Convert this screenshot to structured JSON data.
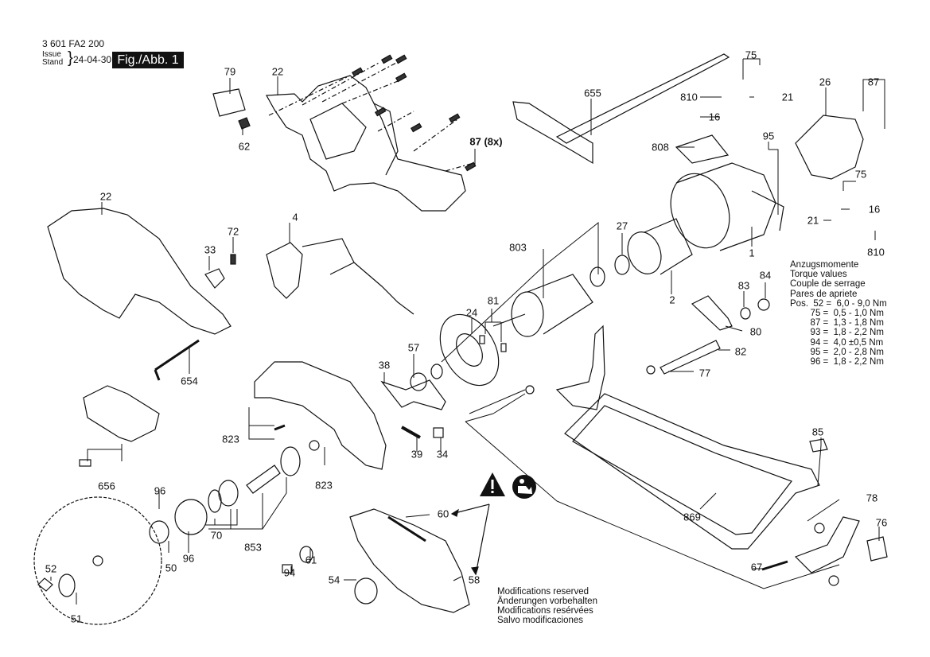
{
  "header": {
    "part_code": "3 601 FA2 200",
    "issue_label_1": "Issue",
    "issue_label_2": "Stand",
    "issue_date": "24-04-30",
    "figure_label": "Fig./Abb. 1"
  },
  "torque": {
    "titles": [
      "Anzugsmomente",
      "Torque values",
      "Couple de serrage",
      "Pares de apriete"
    ],
    "prefix": "Pos.",
    "rows": [
      {
        "pos": "52",
        "value": "6,0 - 9,0 Nm"
      },
      {
        "pos": "75",
        "value": "0,5 - 1,0 Nm"
      },
      {
        "pos": "87",
        "value": "1,3 - 1,8 Nm"
      },
      {
        "pos": "93",
        "value": "1,8 - 2,2 Nm"
      },
      {
        "pos": "94",
        "value": "4,0 ±0,5 Nm"
      },
      {
        "pos": "95",
        "value": "2,0 - 2,8 Nm"
      },
      {
        "pos": "96",
        "value": "1,8 - 2,2 Nm"
      }
    ]
  },
  "modifications": [
    "Modifications reserved",
    "Änderungen vorbehalten",
    "Modifications resérvées",
    "Salvo modificaciones"
  ],
  "icons": [
    "warning-triangle-icon",
    "read-manual-icon"
  ],
  "parts": [
    {
      "id": "79",
      "label": "79"
    },
    {
      "id": "62",
      "label": "62"
    },
    {
      "id": "22a",
      "label": "22"
    },
    {
      "id": "87x8",
      "label": "87 (8x)"
    },
    {
      "id": "655",
      "label": "655"
    },
    {
      "id": "75a",
      "label": "75"
    },
    {
      "id": "810a",
      "label": "810"
    },
    {
      "id": "21a",
      "label": "21"
    },
    {
      "id": "16a",
      "label": "16"
    },
    {
      "id": "26",
      "label": "26"
    },
    {
      "id": "87",
      "label": "87"
    },
    {
      "id": "808",
      "label": "808"
    },
    {
      "id": "95",
      "label": "95"
    },
    {
      "id": "75b",
      "label": "75"
    },
    {
      "id": "16b",
      "label": "16"
    },
    {
      "id": "21b",
      "label": "21"
    },
    {
      "id": "810b",
      "label": "810"
    },
    {
      "id": "1",
      "label": "1"
    },
    {
      "id": "22b",
      "label": "22"
    },
    {
      "id": "4",
      "label": "4"
    },
    {
      "id": "72",
      "label": "72"
    },
    {
      "id": "33",
      "label": "33"
    },
    {
      "id": "803",
      "label": "803"
    },
    {
      "id": "27",
      "label": "27"
    },
    {
      "id": "2",
      "label": "2"
    },
    {
      "id": "84",
      "label": "84"
    },
    {
      "id": "83",
      "label": "83"
    },
    {
      "id": "80",
      "label": "80"
    },
    {
      "id": "82",
      "label": "82"
    },
    {
      "id": "77",
      "label": "77"
    },
    {
      "id": "81",
      "label": "81"
    },
    {
      "id": "24",
      "label": "24"
    },
    {
      "id": "57",
      "label": "57"
    },
    {
      "id": "38",
      "label": "38"
    },
    {
      "id": "654",
      "label": "654"
    },
    {
      "id": "823a",
      "label": "823"
    },
    {
      "id": "39",
      "label": "39"
    },
    {
      "id": "34",
      "label": "34"
    },
    {
      "id": "823b",
      "label": "823"
    },
    {
      "id": "656",
      "label": "656"
    },
    {
      "id": "85",
      "label": "85"
    },
    {
      "id": "96a",
      "label": "96"
    },
    {
      "id": "96b",
      "label": "96"
    },
    {
      "id": "50",
      "label": "50"
    },
    {
      "id": "70",
      "label": "70"
    },
    {
      "id": "853",
      "label": "853"
    },
    {
      "id": "94",
      "label": "94"
    },
    {
      "id": "61",
      "label": "61"
    },
    {
      "id": "60",
      "label": "60"
    },
    {
      "id": "58",
      "label": "58"
    },
    {
      "id": "54",
      "label": "54"
    },
    {
      "id": "869",
      "label": "869"
    },
    {
      "id": "78",
      "label": "78"
    },
    {
      "id": "76",
      "label": "76"
    },
    {
      "id": "67",
      "label": "67"
    },
    {
      "id": "52",
      "label": "52"
    },
    {
      "id": "51",
      "label": "51"
    }
  ]
}
